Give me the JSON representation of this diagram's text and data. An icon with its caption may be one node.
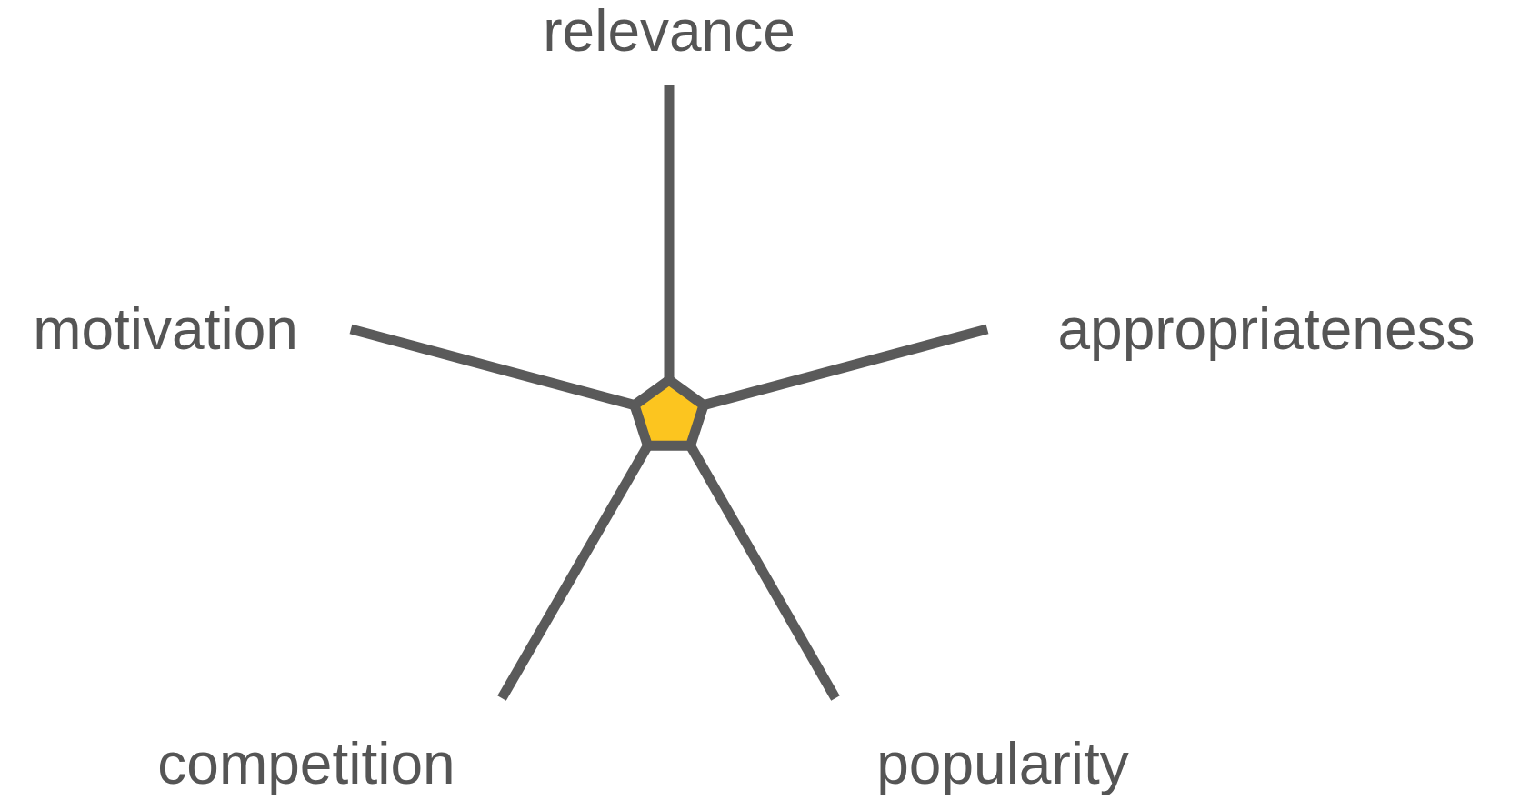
{
  "diagram": {
    "nodes": [
      {
        "text": [],
        "shape": "pentagon"
      },
      {
        "text": [
          "relevance"
        ]
      },
      {
        "text": [
          "motivation"
        ]
      },
      {
        "text": [
          "appropriateness"
        ]
      },
      {
        "text": [
          "competition"
        ]
      },
      {
        "text": [
          "popularity"
        ]
      }
    ],
    "edges": [
      {
        "from": 0,
        "to": 1,
        "arrow": "none"
      },
      {
        "from": 0,
        "to": 2,
        "arrow": "none"
      },
      {
        "from": 0,
        "to": 3,
        "arrow": "none"
      },
      {
        "from": 0,
        "to": 4,
        "arrow": "none"
      },
      {
        "from": 0,
        "to": 5,
        "arrow": "none"
      }
    ]
  }
}
